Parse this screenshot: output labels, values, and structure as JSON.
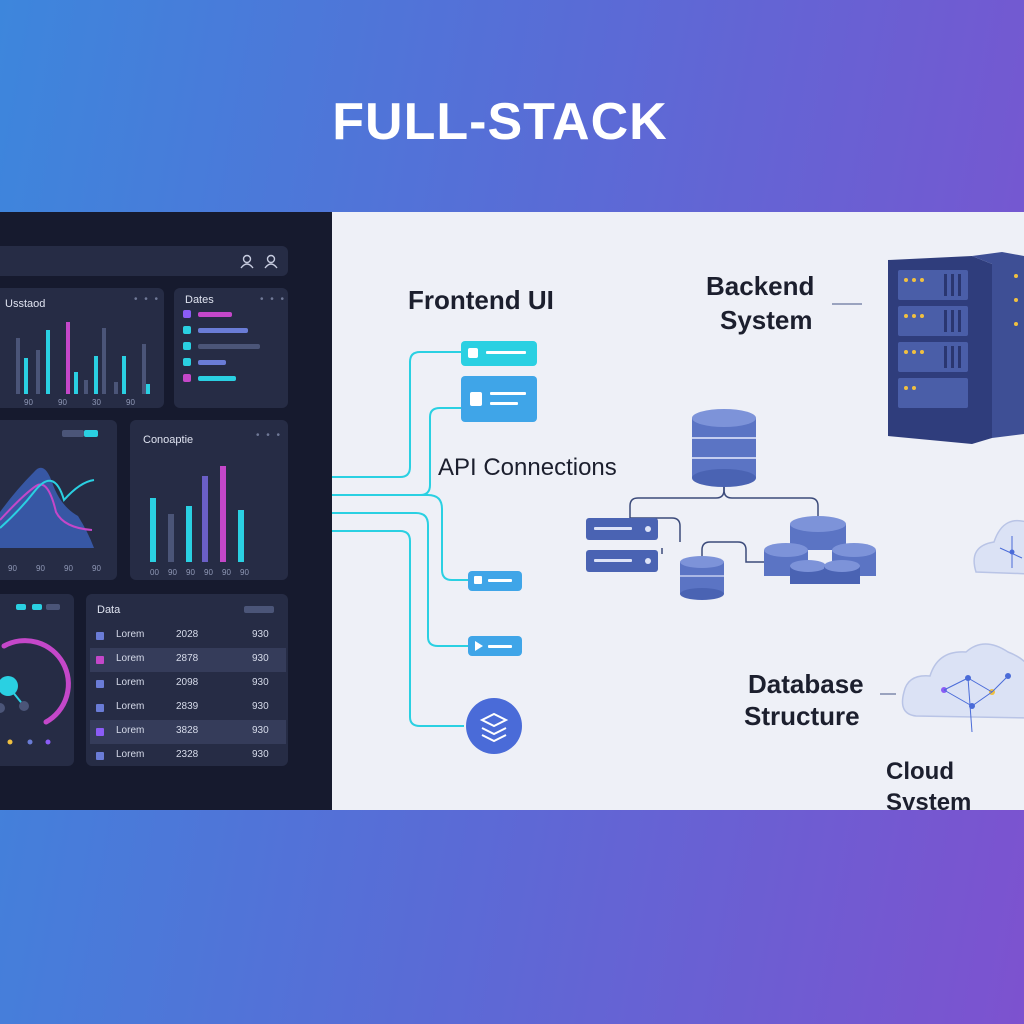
{
  "title": "FULL-STACK",
  "dashboard": {
    "card_usage": "Usstaod",
    "card_dates": "Dates",
    "card_composite": "Conoaptie",
    "card_data": "Data",
    "usage_ticks": [
      "90",
      "90",
      "30",
      "90"
    ],
    "composite_ticks": [
      "90",
      "90",
      "90",
      "90"
    ],
    "composite_ticks2": [
      "00",
      "90",
      "90",
      "90",
      "90",
      "90"
    ],
    "table_rows": [
      {
        "name": "Lorem",
        "year": "2028",
        "value": "930"
      },
      {
        "name": "Lorem",
        "year": "2878",
        "value": "930"
      },
      {
        "name": "Lorem",
        "year": "2098",
        "value": "930"
      },
      {
        "name": "Lorem",
        "year": "2839",
        "value": "930"
      },
      {
        "name": "Lorem",
        "year": "3828",
        "value": "930"
      },
      {
        "name": "Lorem",
        "year": "2328",
        "value": "930"
      }
    ]
  },
  "labels": {
    "frontend": "Frontend UI",
    "backend_line1": "Backend",
    "backend_line2": "System",
    "api": "API Connections",
    "database_line1": "Database",
    "database_line2": "Structure",
    "cloud": "Cloud System"
  },
  "colors": {
    "cyan": "#2ad0e2",
    "magenta": "#c447c9",
    "blue": "#4a6bd8",
    "dark_panel": "#161a2e",
    "light_panel": "#eef0f7"
  }
}
